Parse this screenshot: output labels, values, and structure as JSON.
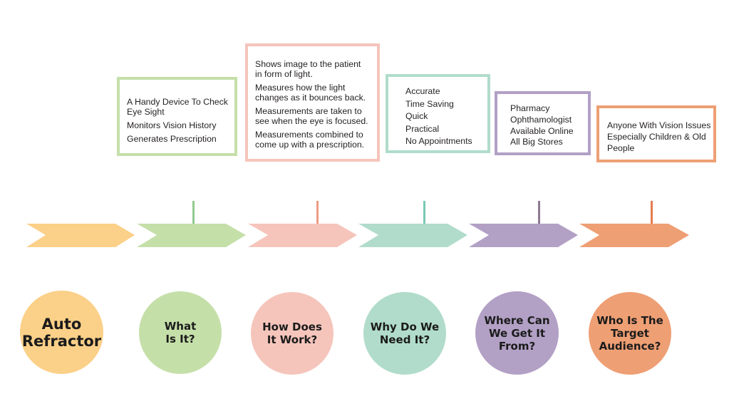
{
  "stages": [
    {
      "id": "auto-refractor",
      "title": "Auto\nRefractor",
      "color": "#fbd088",
      "stem_color": null,
      "details": []
    },
    {
      "id": "what-is-it",
      "title": "What\nIs It?",
      "color": "#c5dfa9",
      "stem_color": "#92c98e",
      "details": [
        "A Handy Device To Check Eye Sight",
        "Monitors Vision History",
        "Generates Prescription"
      ]
    },
    {
      "id": "how-does-it-work",
      "title": "How Does\nIt Work?",
      "color": "#f5c5bb",
      "stem_color": "#ee9c87",
      "details": [
        "Shows image to the patient in form of light.",
        "Measures how the light changes as it bounces back.",
        "Measurements are taken to see when the eye is focused.",
        "Measurements combined to come up with a prescription."
      ]
    },
    {
      "id": "why-do-we-need-it",
      "title": "Why Do We\nNeed It?",
      "color": "#b1dccb",
      "stem_color": "#79c7b6",
      "details": [
        "Accurate",
        "Time Saving",
        "Quick",
        "Practical",
        "No Appointments"
      ]
    },
    {
      "id": "where-can-we-get-it",
      "title": "Where Can\nWe Get It\nFrom?",
      "color": "#b2a0c5",
      "stem_color": "#8d7a92",
      "details": [
        "Pharmacy",
        "Ophthamologist",
        "Available Online",
        "All Big Stores"
      ]
    },
    {
      "id": "target-audience",
      "title": "Who Is The\nTarget\nAudience?",
      "color": "#ee9f74",
      "stem_color": "#e57b4e",
      "details": [
        "Anyone With Vision Issues",
        "Especially Children & Old",
        "People"
      ]
    }
  ]
}
